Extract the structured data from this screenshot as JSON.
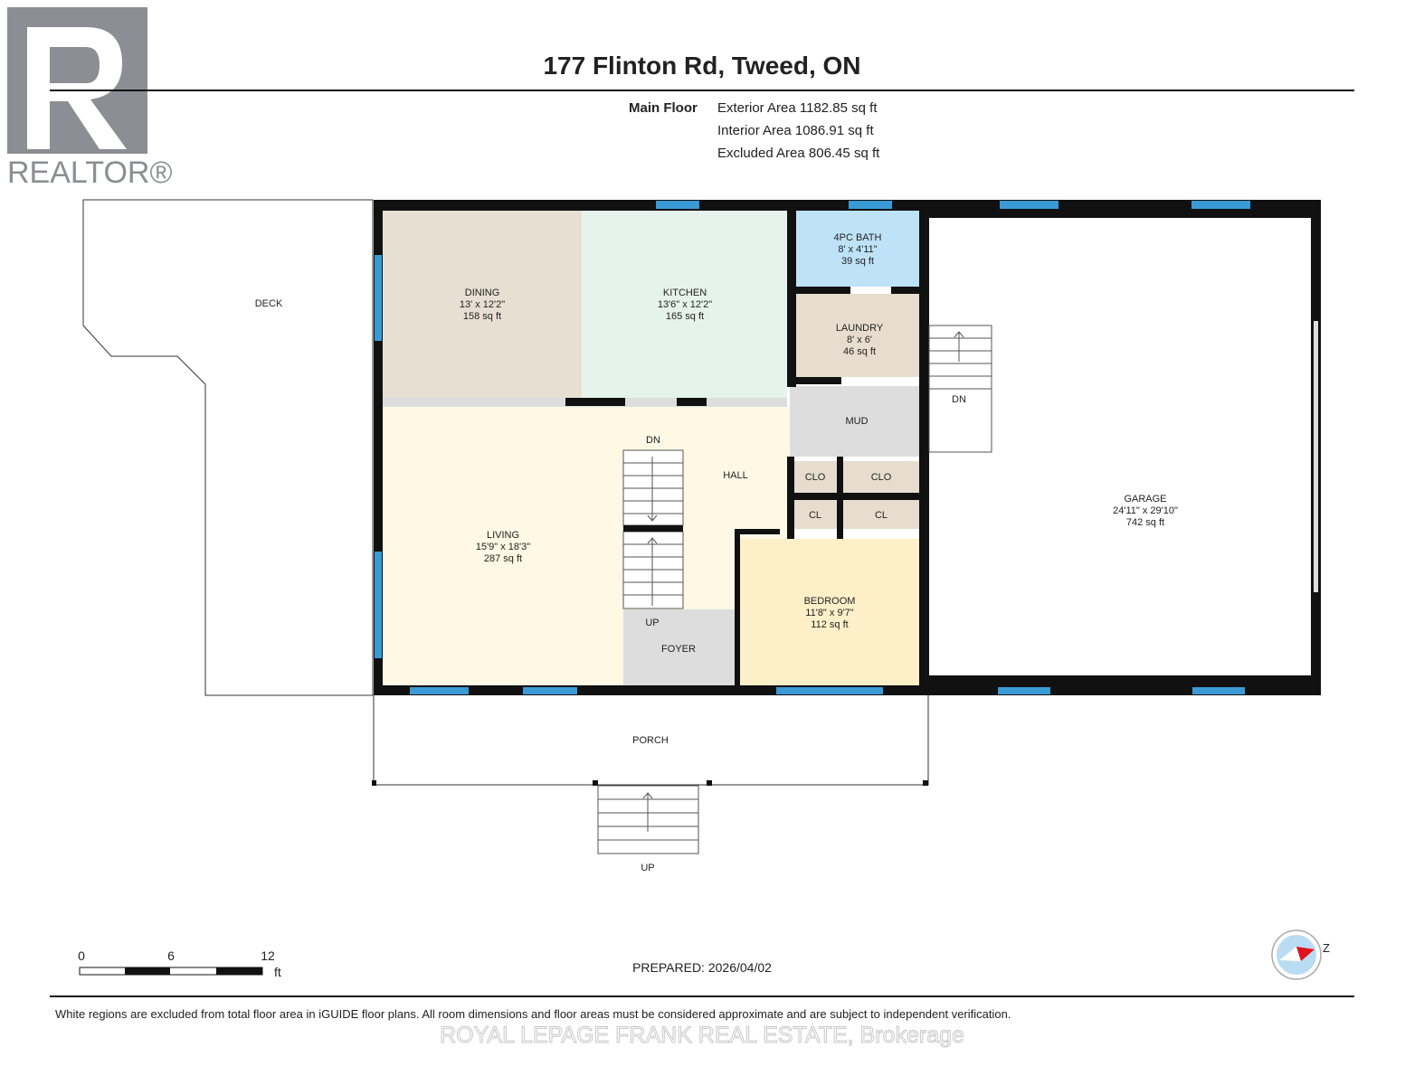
{
  "logo": {
    "text": "REALTOR®"
  },
  "header": {
    "title": "177 Flinton Rd, Tweed, ON"
  },
  "areas": {
    "floor": "Main Floor",
    "exterior": "Exterior Area 1182.85 sq ft",
    "interior": "Interior Area 1086.91 sq ft",
    "excluded": "Excluded Area 806.45 sq ft"
  },
  "rooms": {
    "dining": {
      "name": "DINING",
      "dims": "13' x 12'2\"",
      "area": "158 sq ft",
      "color": "#e8dfd3"
    },
    "kitchen": {
      "name": "KITCHEN",
      "dims": "13'6\" x 12'2\"",
      "area": "165 sq ft",
      "color": "#e5f3ec"
    },
    "bath": {
      "name": "4PC BATH",
      "dims": "8' x 4'11\"",
      "area": "39 sq ft",
      "color": "#bee3f8"
    },
    "laundry": {
      "name": "LAUNDRY",
      "dims": "8' x 6'",
      "area": "46 sq ft",
      "color": "#e7ddcf"
    },
    "living": {
      "name": "LIVING",
      "dims": "15'9\" x 18'3\"",
      "area": "287 sq ft",
      "color": "#fef8e5"
    },
    "bedroom": {
      "name": "BEDROOM",
      "dims": "11'8\" x 9'7\"",
      "area": "112 sq ft",
      "color": "#fdf0c9"
    },
    "garage": {
      "name": "GARAGE",
      "dims": "24'11\" x 29'10\"",
      "area": "742 sq ft",
      "color": "#ffffff"
    }
  },
  "labels": {
    "deck": "DECK",
    "porch": "PORCH",
    "hall": "HALL",
    "mud": "MUD",
    "foyer": "FOYER",
    "clo1": "CLO",
    "clo2": "CLO",
    "cl1": "CL",
    "cl2": "CL",
    "stair_dn": "DN",
    "stair_up": "UP",
    "garage_dn": "DN",
    "porch_up": "UP"
  },
  "scale": {
    "t0": "0",
    "t6": "6",
    "t12": "12",
    "unit": "ft"
  },
  "prepared": "PREPARED: 2026/04/02",
  "disclaimer": "White regions are excluded from total floor area in iGUIDE floor plans. All room dimensions and floor areas must be considered approximate and are subject to independent verification.",
  "watermark": "ROYAL LEPAGE FRANK REAL ESTATE, Brokerage",
  "colors": {
    "wall": "#111111",
    "window": "#3a9ad6",
    "neutral": "#dddddd",
    "compass": "#e0141b"
  }
}
